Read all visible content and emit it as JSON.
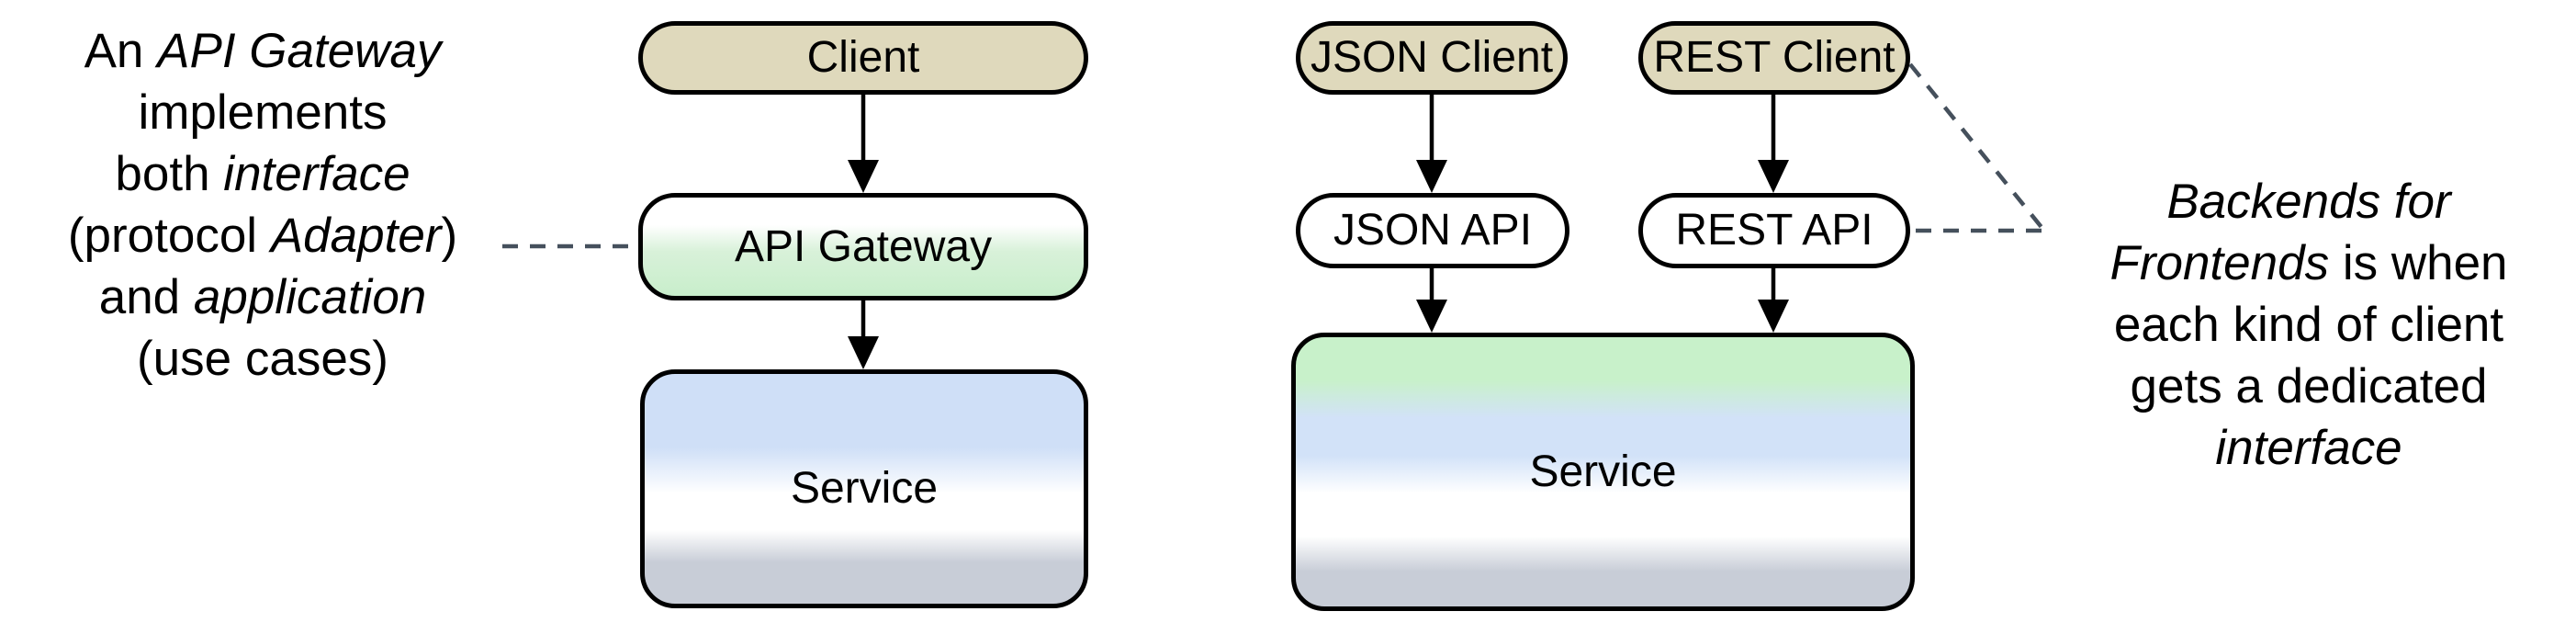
{
  "colors": {
    "client-fill": "#dfd9bc",
    "node-border": "#000000",
    "gateway-green": "#c8eecb",
    "service-blue": "#cfdff7",
    "service-blue2": "#d2e2f8",
    "service-green": "#c8f1ca",
    "service-gray": "#c8cdd7",
    "dash": "#45505c",
    "arrow": "#000000",
    "text": "#000000"
  },
  "notes": {
    "left": {
      "lines": [
        [
          {
            "t": "An "
          },
          {
            "t": "API Gateway"
          }
        ],
        [
          {
            "t": "implements"
          }
        ],
        [
          {
            "t": "both "
          },
          {
            "t": "interface"
          }
        ],
        [
          {
            "t": "(protocol "
          },
          {
            "t": "Adapter"
          },
          {
            "t": ")"
          }
        ],
        [
          {
            "t": "and "
          },
          {
            "t": "application"
          }
        ],
        [
          {
            "t": "(use cases)"
          }
        ]
      ]
    },
    "right": {
      "lines": [
        [
          {
            "t": "Backends for"
          }
        ],
        [
          {
            "t": "Frontends"
          },
          {
            "t": " is when"
          }
        ],
        [
          {
            "t": "each kind of client"
          }
        ],
        [
          {
            "t": "gets a dedicated"
          }
        ],
        [
          {
            "t": "interface"
          }
        ]
      ]
    }
  },
  "diagram_left": {
    "client": "Client",
    "gateway": "API Gateway",
    "service": "Service"
  },
  "diagram_right": {
    "json_client": "JSON Client",
    "rest_client": "REST Client",
    "json_api": "JSON API",
    "rest_api": "REST API",
    "service": "Service"
  }
}
